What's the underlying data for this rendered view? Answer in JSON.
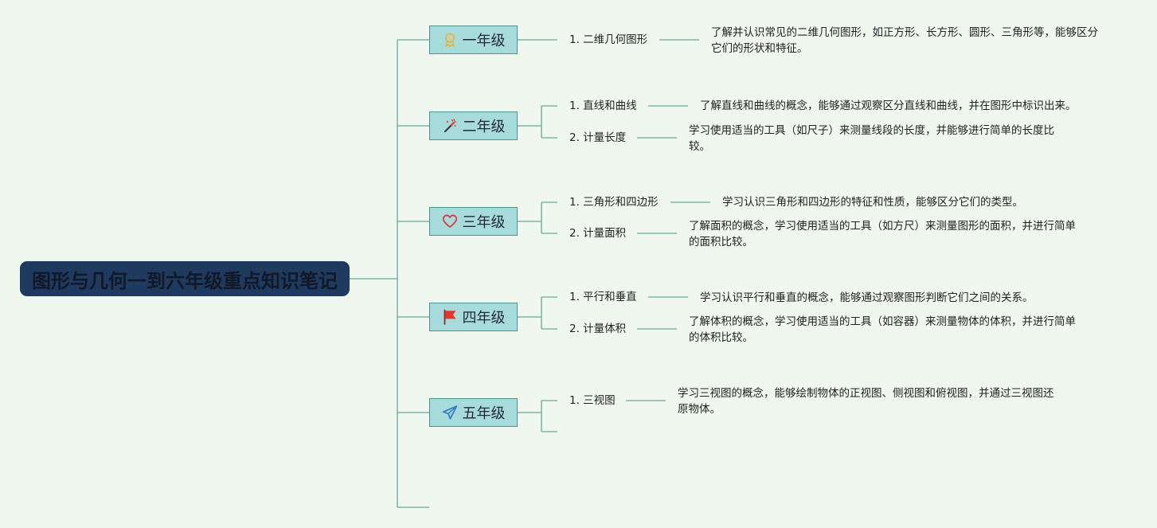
{
  "root": {
    "title": "图形与几何一到六年级重点知识笔记"
  },
  "icons": {
    "g1": "award-ribbon-icon",
    "g2": "magic-wand-icon",
    "g3": "heart-icon",
    "g4": "red-flag-icon",
    "g5": "paper-plane-icon"
  },
  "colors": {
    "background": "#eff7ee",
    "root_fill": "#1f3a5f",
    "grade_fill": "#a8dbdc",
    "grade_border": "#4f9488",
    "connector": "#6aa89a"
  },
  "grades": [
    {
      "label": "一年级",
      "topics": [
        {
          "label": "1. 二维几何图形",
          "desc": "了解并认识常见的二维几何图形，如正方形、长方形、圆形、三角形等，能够区分它们的形状和特征。"
        }
      ]
    },
    {
      "label": "二年级",
      "topics": [
        {
          "label": "1. 直线和曲线",
          "desc": "了解直线和曲线的概念，能够通过观察区分直线和曲线，并在图形中标识出来。"
        },
        {
          "label": "2. 计量长度",
          "desc": "学习使用适当的工具（如尺子）来测量线段的长度，并能够进行简单的长度比较。"
        }
      ]
    },
    {
      "label": "三年级",
      "topics": [
        {
          "label": "1. 三角形和四边形",
          "desc": "学习认识三角形和四边形的特征和性质，能够区分它们的类型。"
        },
        {
          "label": "2. 计量面积",
          "desc": "了解面积的概念，学习使用适当的工具（如方尺）来测量图形的面积，并进行简单的面积比较。"
        }
      ]
    },
    {
      "label": "四年级",
      "topics": [
        {
          "label": "1. 平行和垂直",
          "desc": "学习认识平行和垂直的概念，能够通过观察图形判断它们之间的关系。"
        },
        {
          "label": "2. 计量体积",
          "desc": "了解体积的概念，学习使用适当的工具（如容器）来测量物体的体积，并进行简单的体积比较。"
        }
      ]
    },
    {
      "label": "五年级",
      "topics": [
        {
          "label": "1. 三视图",
          "desc": "学习三视图的概念，能够绘制物体的正视图、侧视图和俯视图，并通过三视图还原物体。"
        }
      ]
    }
  ]
}
